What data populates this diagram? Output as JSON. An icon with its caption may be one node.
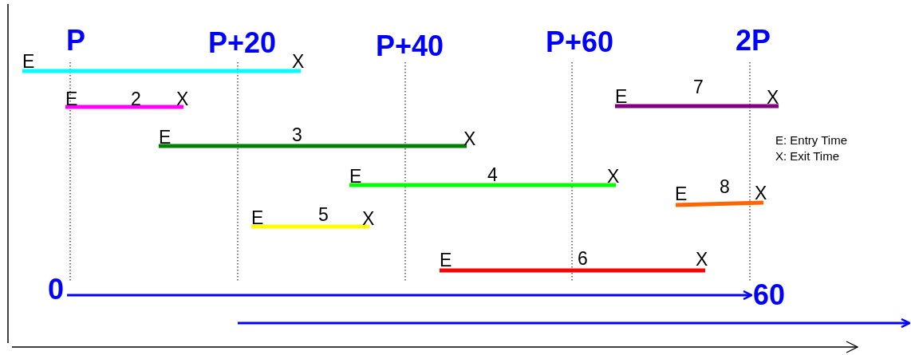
{
  "diagram": {
    "nodes": [
      {
        "text": [
          "0"
        ]
      },
      {
        "text": [
          "60"
        ]
      }
    ],
    "edges": [
      {
        "from": 0,
        "to": 1,
        "arrow": "to"
      }
    ],
    "labels": [
      "P",
      "P+20",
      "P+40",
      "P+60",
      "2P",
      "E",
      "X",
      "E",
      "2",
      "X",
      "E",
      "3",
      "X",
      "E",
      "4",
      "X",
      "E",
      "5",
      "X",
      "E",
      "6",
      "X",
      "E",
      "7",
      "X",
      "E",
      "8",
      "X",
      "E: Entry Time",
      "X: Exit Time"
    ]
  }
}
